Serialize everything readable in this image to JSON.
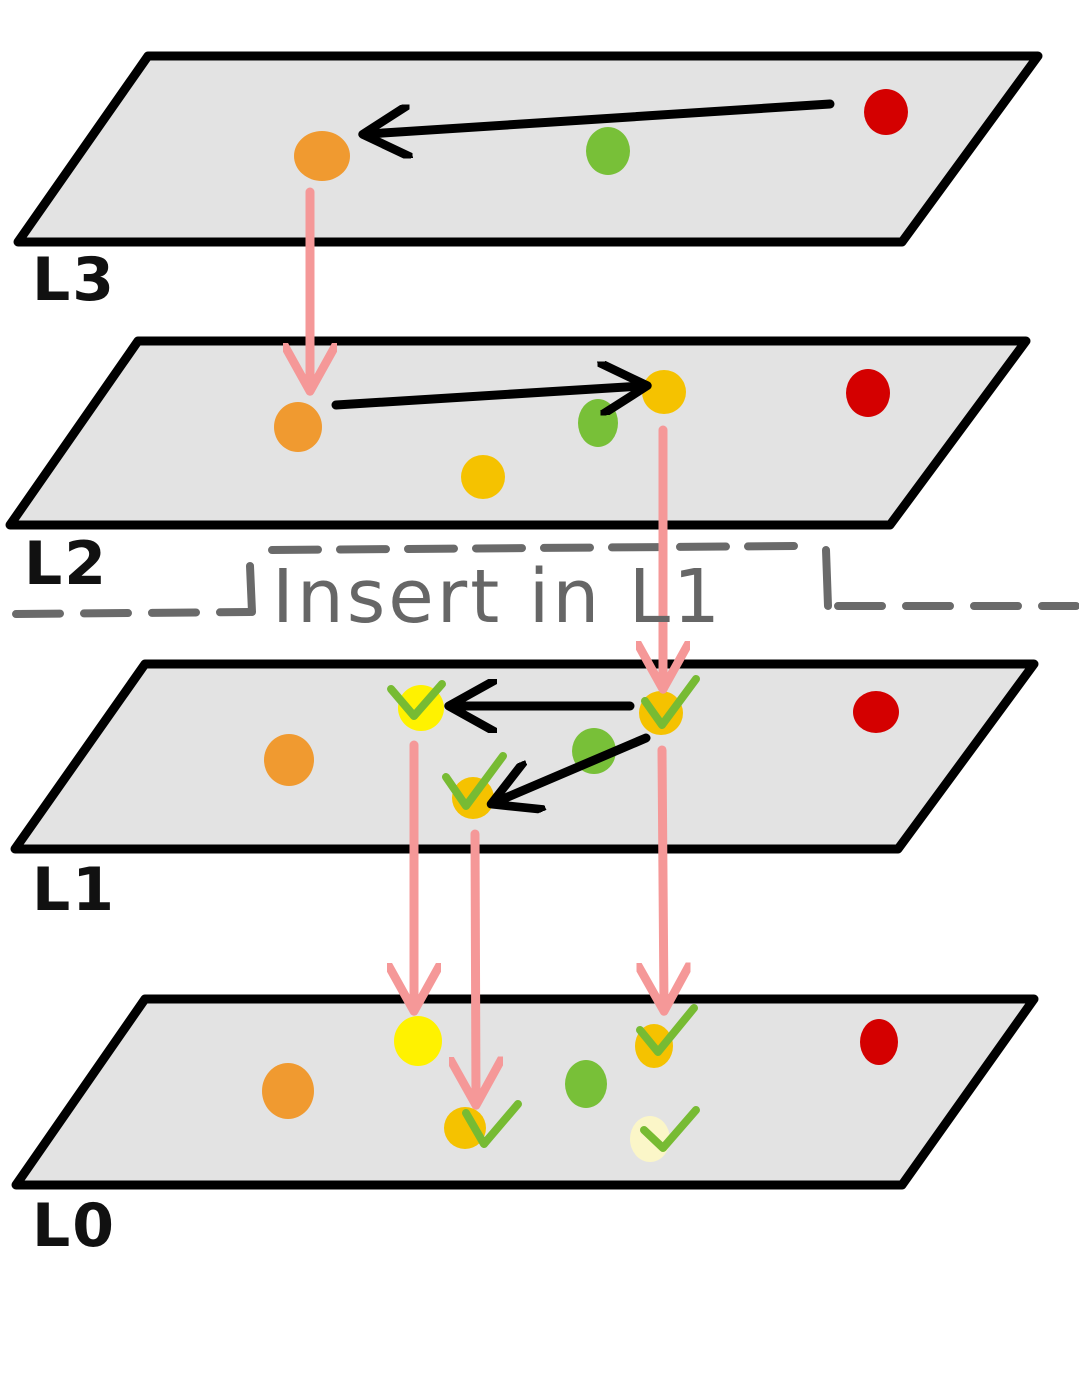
{
  "colors": {
    "plane_fill": "#e3e3e3",
    "plane_stroke": "#000000",
    "search_arrow": "#000000",
    "descend_arrow": "#f59898",
    "check": "#77bb33",
    "divider": "#6a6a6a",
    "dot_orange": "#f09a30",
    "dot_green": "#78c038",
    "dot_red": "#d40000",
    "dot_gold": "#f5c200",
    "dot_yellow": "#fff200",
    "dot_pale": "#fbf6c8"
  },
  "layers": [
    {
      "id": "L3",
      "label": "L3"
    },
    {
      "id": "L2",
      "label": "L2"
    },
    {
      "id": "L1",
      "label": "L1"
    },
    {
      "id": "L0",
      "label": "L0"
    }
  ],
  "divider": {
    "label": "Insert in L1",
    "style": "dashed"
  },
  "icons": {
    "check": "check-mark-icon",
    "arrow": "arrow-icon"
  }
}
